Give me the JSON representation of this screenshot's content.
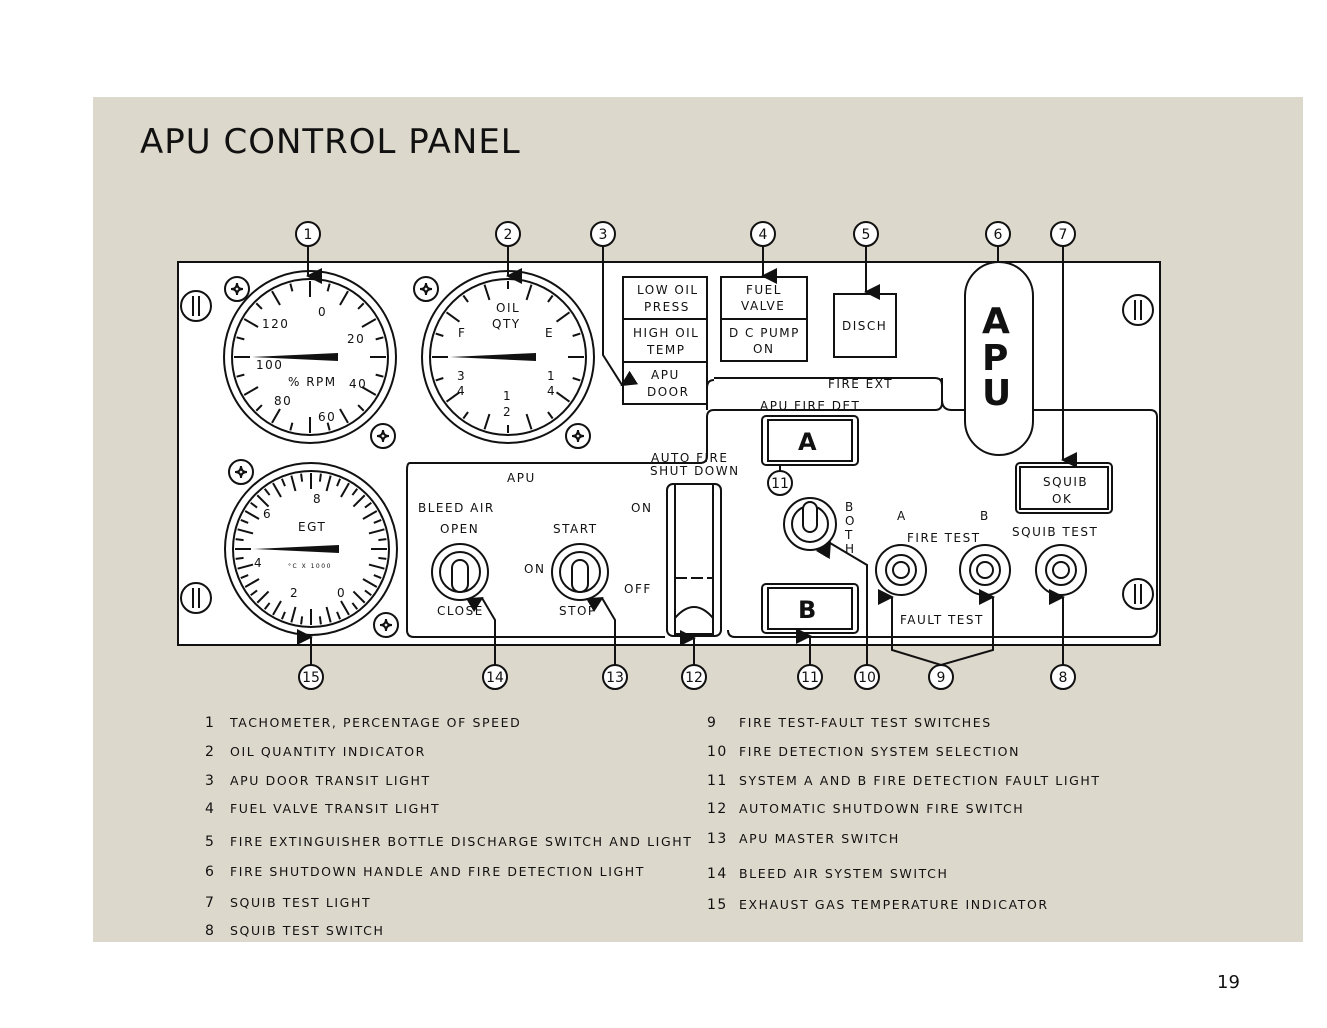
{
  "title": "APU CONTROL PANEL",
  "page_number": "19",
  "gauges": {
    "rpm": {
      "label": "% RPM",
      "ticks": [
        "0",
        "20",
        "40",
        "60",
        "80",
        "100",
        "120"
      ]
    },
    "oil": {
      "label1": "OIL",
      "label2": "QTY",
      "f": "F",
      "e": "E",
      "three": "3",
      "four": "4",
      "one": "1",
      "two": "2",
      "q4": "4",
      "q1": "1"
    },
    "egt": {
      "label": "EGT",
      "unit": "°C  X  1000",
      "ticks": [
        "0",
        "2",
        "4",
        "6",
        "8"
      ]
    }
  },
  "lights": {
    "low_oil_1": "LOW OIL",
    "low_oil_2": "PRESS",
    "high_oil_1": "HIGH OIL",
    "high_oil_2": "TEMP",
    "apu_door_1": "APU",
    "apu_door_2": "DOOR",
    "fuel_1": "FUEL",
    "fuel_2": "VALVE",
    "dc_1": "D C PUMP",
    "dc_2": "ON",
    "disch": "DISCH",
    "handle": [
      "A",
      "P",
      "U"
    ],
    "det_a": "A",
    "det_b": "B",
    "squib_1": "SQUIB",
    "squib_2": "OK"
  },
  "labels": {
    "fire_ext": "FIRE EXT",
    "apu_fire_det": "APU FIRE DET",
    "apu": "APU",
    "bleed_air": "BLEED AIR",
    "open": "OPEN",
    "close": "CLOSE",
    "start": "START",
    "on": "ON",
    "stop": "STOP",
    "auto_1": "AUTO FIRE",
    "auto_2": "SHUT DOWN",
    "auto_on": "ON",
    "auto_off": "OFF",
    "both": [
      "B",
      "O",
      "T",
      "H"
    ],
    "a": "A",
    "b": "B",
    "fire_test": "FIRE TEST",
    "fault_test": "FAULT TEST",
    "squib_test": "SQUIB TEST"
  },
  "callouts_top": [
    "1",
    "2",
    "3",
    "4",
    "5",
    "6",
    "7"
  ],
  "callouts_bottom": [
    "15",
    "14",
    "13",
    "12",
    "11",
    "10",
    "9",
    "8"
  ],
  "callout_mid": "11",
  "legend_left": [
    {
      "n": "1",
      "t": "TACHOMETER, PERCENTAGE OF SPEED"
    },
    {
      "n": "2",
      "t": "OIL QUANTITY INDICATOR"
    },
    {
      "n": "3",
      "t": "APU DOOR TRANSIT LIGHT"
    },
    {
      "n": "4",
      "t": "FUEL VALVE TRANSIT LIGHT"
    },
    {
      "n": "5",
      "t": "FIRE EXTINGUISHER BOTTLE DISCHARGE SWITCH AND LIGHT"
    },
    {
      "n": "6",
      "t": "FIRE SHUTDOWN HANDLE AND FIRE DETECTION LIGHT"
    },
    {
      "n": "7",
      "t": "SQUIB TEST LIGHT"
    },
    {
      "n": "8",
      "t": "SQUIB TEST SWITCH"
    }
  ],
  "legend_right": [
    {
      "n": "9",
      "t": "FIRE TEST-FAULT TEST SWITCHES"
    },
    {
      "n": "10",
      "t": "FIRE DETECTION SYSTEM SELECTION"
    },
    {
      "n": "11",
      "t": "SYSTEM A AND B FIRE DETECTION FAULT LIGHT"
    },
    {
      "n": "12",
      "t": "AUTOMATIC SHUTDOWN FIRE SWITCH"
    },
    {
      "n": "13",
      "t": "APU MASTER SWITCH"
    },
    {
      "n": "14",
      "t": "BLEED AIR SYSTEM SWITCH"
    },
    {
      "n": "15",
      "t": "EXHAUST  GAS TEMPERATURE INDICATOR"
    }
  ]
}
